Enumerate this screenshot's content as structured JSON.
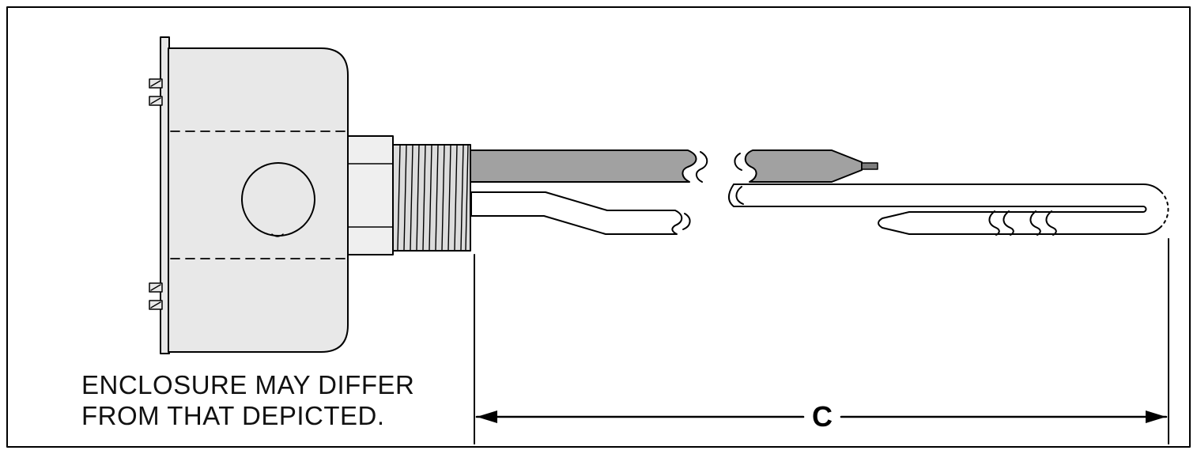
{
  "caption": {
    "line1": "ENCLOSURE MAY DIFFER",
    "line2": "FROM THAT DEPICTED."
  },
  "dimension": {
    "label": "C"
  },
  "colors": {
    "background": "#ffffff",
    "outline": "#000000",
    "enclosure_fill": "#e8e8e8",
    "fitting_fill": "#efefef",
    "thread_fill": "#dcdcdc",
    "tube_gray": "#a1a1a1",
    "tube_tip_gray": "#7d7d7d",
    "element_white": "#ffffff"
  }
}
